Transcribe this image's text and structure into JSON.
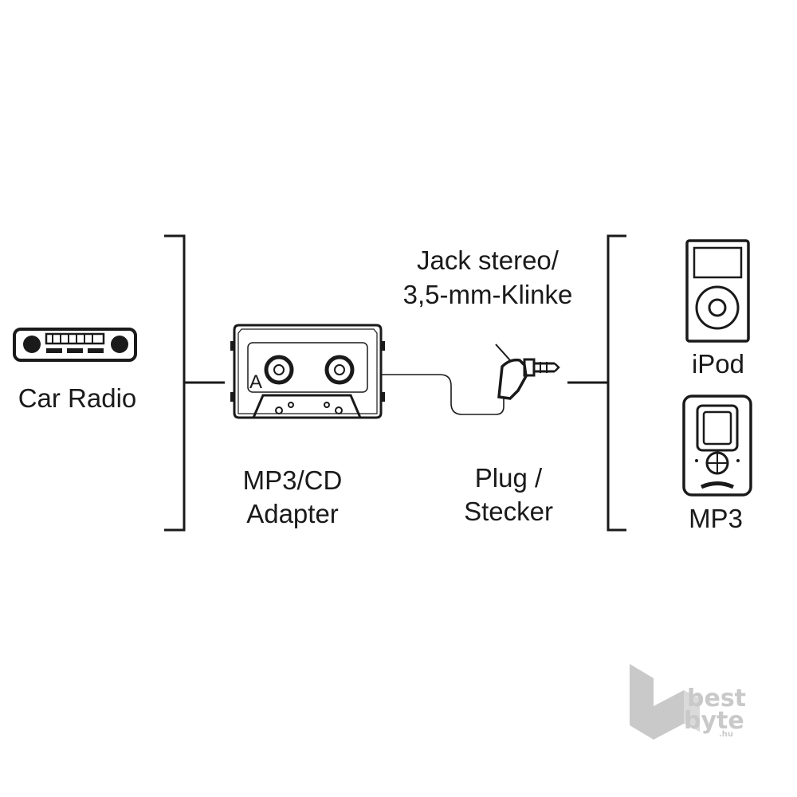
{
  "labels": {
    "car_radio": "Car Radio",
    "adapter_line1": "MP3/CD",
    "adapter_line2": "Adapter",
    "jack_line1": "Jack stereo/",
    "jack_line2": "3,5-mm-Klinke",
    "plug_line1": "Plug /",
    "plug_line2": "Stecker",
    "ipod": "iPod",
    "mp3": "MP3",
    "cassette_side": "A"
  },
  "watermark": {
    "line1": "best",
    "line2": "byte",
    "suffix": ".hu"
  },
  "colors": {
    "ink": "#1a1a1a",
    "watermark": "#c9c9c9"
  }
}
